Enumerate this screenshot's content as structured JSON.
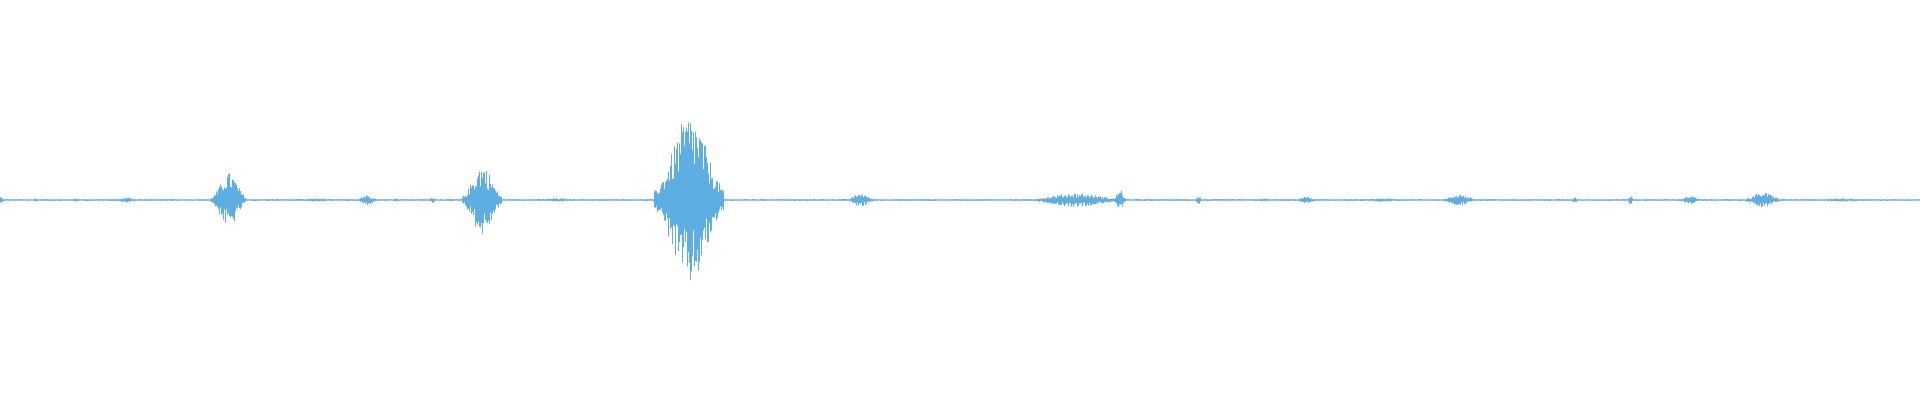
{
  "waveform": {
    "color": "#5faee3",
    "background": "#ffffff",
    "amplitude_units": "normalized",
    "events": [
      {
        "t": 0.0,
        "w": 0.004,
        "amp": 0.04
      },
      {
        "t": 0.018,
        "w": 0.004,
        "amp": 0.02
      },
      {
        "t": 0.04,
        "w": 0.01,
        "amp": 0.02
      },
      {
        "t": 0.066,
        "w": 0.014,
        "amp": 0.03
      },
      {
        "t": 0.119,
        "w": 0.018,
        "amp": 0.32
      },
      {
        "t": 0.165,
        "w": 0.022,
        "amp": 0.02
      },
      {
        "t": 0.191,
        "w": 0.012,
        "amp": 0.06
      },
      {
        "t": 0.206,
        "w": 0.01,
        "amp": 0.02
      },
      {
        "t": 0.225,
        "w": 0.004,
        "amp": 0.04
      },
      {
        "t": 0.251,
        "w": 0.02,
        "amp": 0.42
      },
      {
        "t": 0.29,
        "w": 0.03,
        "amp": 0.02
      },
      {
        "t": 0.359,
        "w": 0.036,
        "amp": 1.0
      },
      {
        "t": 0.448,
        "w": 0.014,
        "amp": 0.08
      },
      {
        "t": 0.56,
        "w": 0.05,
        "amp": 0.08
      },
      {
        "t": 0.583,
        "w": 0.006,
        "amp": 0.14
      },
      {
        "t": 0.624,
        "w": 0.004,
        "amp": 0.05
      },
      {
        "t": 0.658,
        "w": 0.008,
        "amp": 0.02
      },
      {
        "t": 0.68,
        "w": 0.012,
        "amp": 0.04
      },
      {
        "t": 0.72,
        "w": 0.03,
        "amp": 0.02
      },
      {
        "t": 0.76,
        "w": 0.018,
        "amp": 0.07
      },
      {
        "t": 0.82,
        "w": 0.004,
        "amp": 0.04
      },
      {
        "t": 0.849,
        "w": 0.004,
        "amp": 0.05
      },
      {
        "t": 0.88,
        "w": 0.012,
        "amp": 0.05
      },
      {
        "t": 0.918,
        "w": 0.02,
        "amp": 0.09
      },
      {
        "t": 0.96,
        "w": 0.04,
        "amp": 0.02
      }
    ]
  }
}
